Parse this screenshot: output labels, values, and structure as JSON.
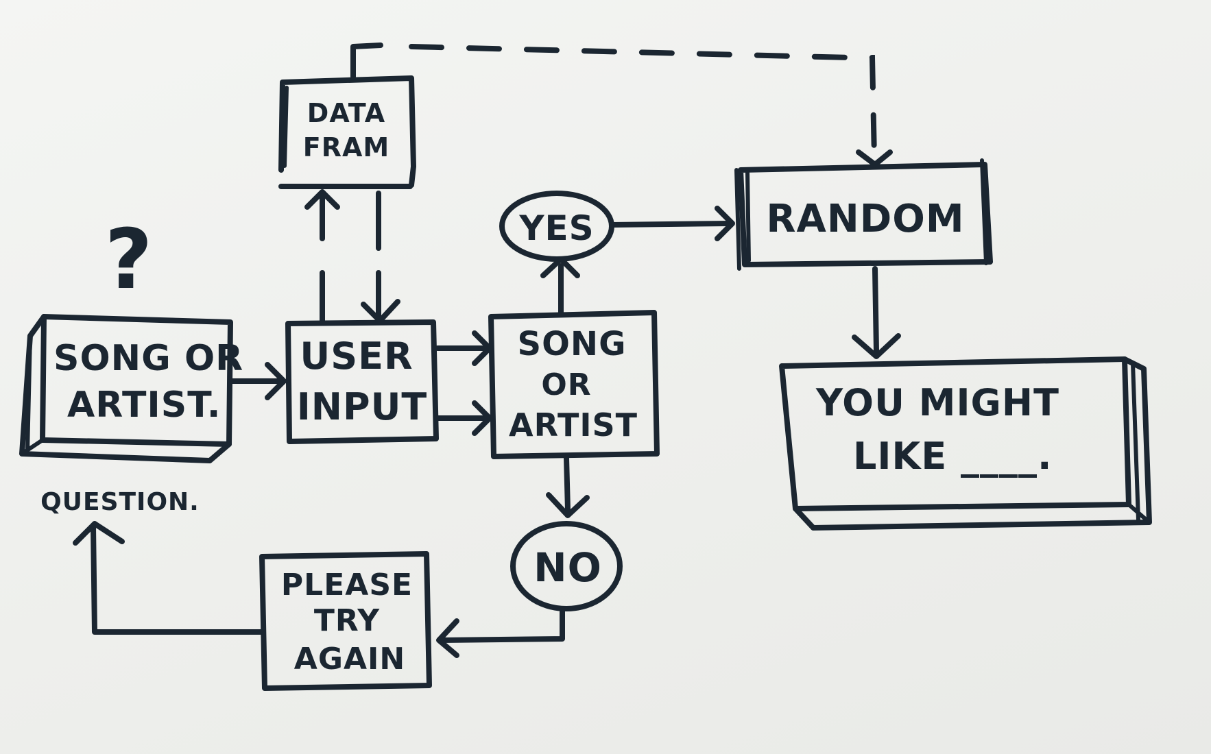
{
  "diagram": {
    "nodes": {
      "data_frame": {
        "line1": "DATA",
        "line2": "FRAM"
      },
      "question_mark": {
        "text": "?"
      },
      "song_or_artist_question": {
        "line1": "SONG OR",
        "line2": "ARTIST."
      },
      "question_label": {
        "text": "QUESTION."
      },
      "user_input": {
        "line1": "USER",
        "line2": "INPUT"
      },
      "song_or_artist_check": {
        "line1": "SONG",
        "line2": "OR",
        "line3": "ARTIST"
      },
      "yes": {
        "text": "YES"
      },
      "no": {
        "text": "NO"
      },
      "random": {
        "text": "RANDOM"
      },
      "you_might_like": {
        "line1": "YOU MIGHT",
        "line2": "LIKE ____."
      },
      "please_try_again": {
        "line1": "PLEASE",
        "line2": "TRY",
        "line3": "AGAIN"
      }
    },
    "edges": [
      {
        "from": "song_or_artist_question",
        "to": "user_input",
        "style": "solid"
      },
      {
        "from": "user_input",
        "to": "data_frame",
        "style": "solid"
      },
      {
        "from": "data_frame",
        "to": "user_input",
        "style": "solid"
      },
      {
        "from": "user_input",
        "to": "song_or_artist_check",
        "style": "solid"
      },
      {
        "from": "song_or_artist_check",
        "to": "yes",
        "style": "solid"
      },
      {
        "from": "song_or_artist_check",
        "to": "no",
        "style": "solid"
      },
      {
        "from": "yes",
        "to": "random",
        "style": "solid"
      },
      {
        "from": "data_frame",
        "to": "random",
        "style": "dashed"
      },
      {
        "from": "random",
        "to": "you_might_like",
        "style": "solid"
      },
      {
        "from": "no",
        "to": "please_try_again",
        "style": "solid"
      },
      {
        "from": "please_try_again",
        "to": "question_label",
        "style": "solid"
      }
    ]
  },
  "colors": {
    "ink": "#1b2631",
    "paper": "#f1f2f0"
  }
}
